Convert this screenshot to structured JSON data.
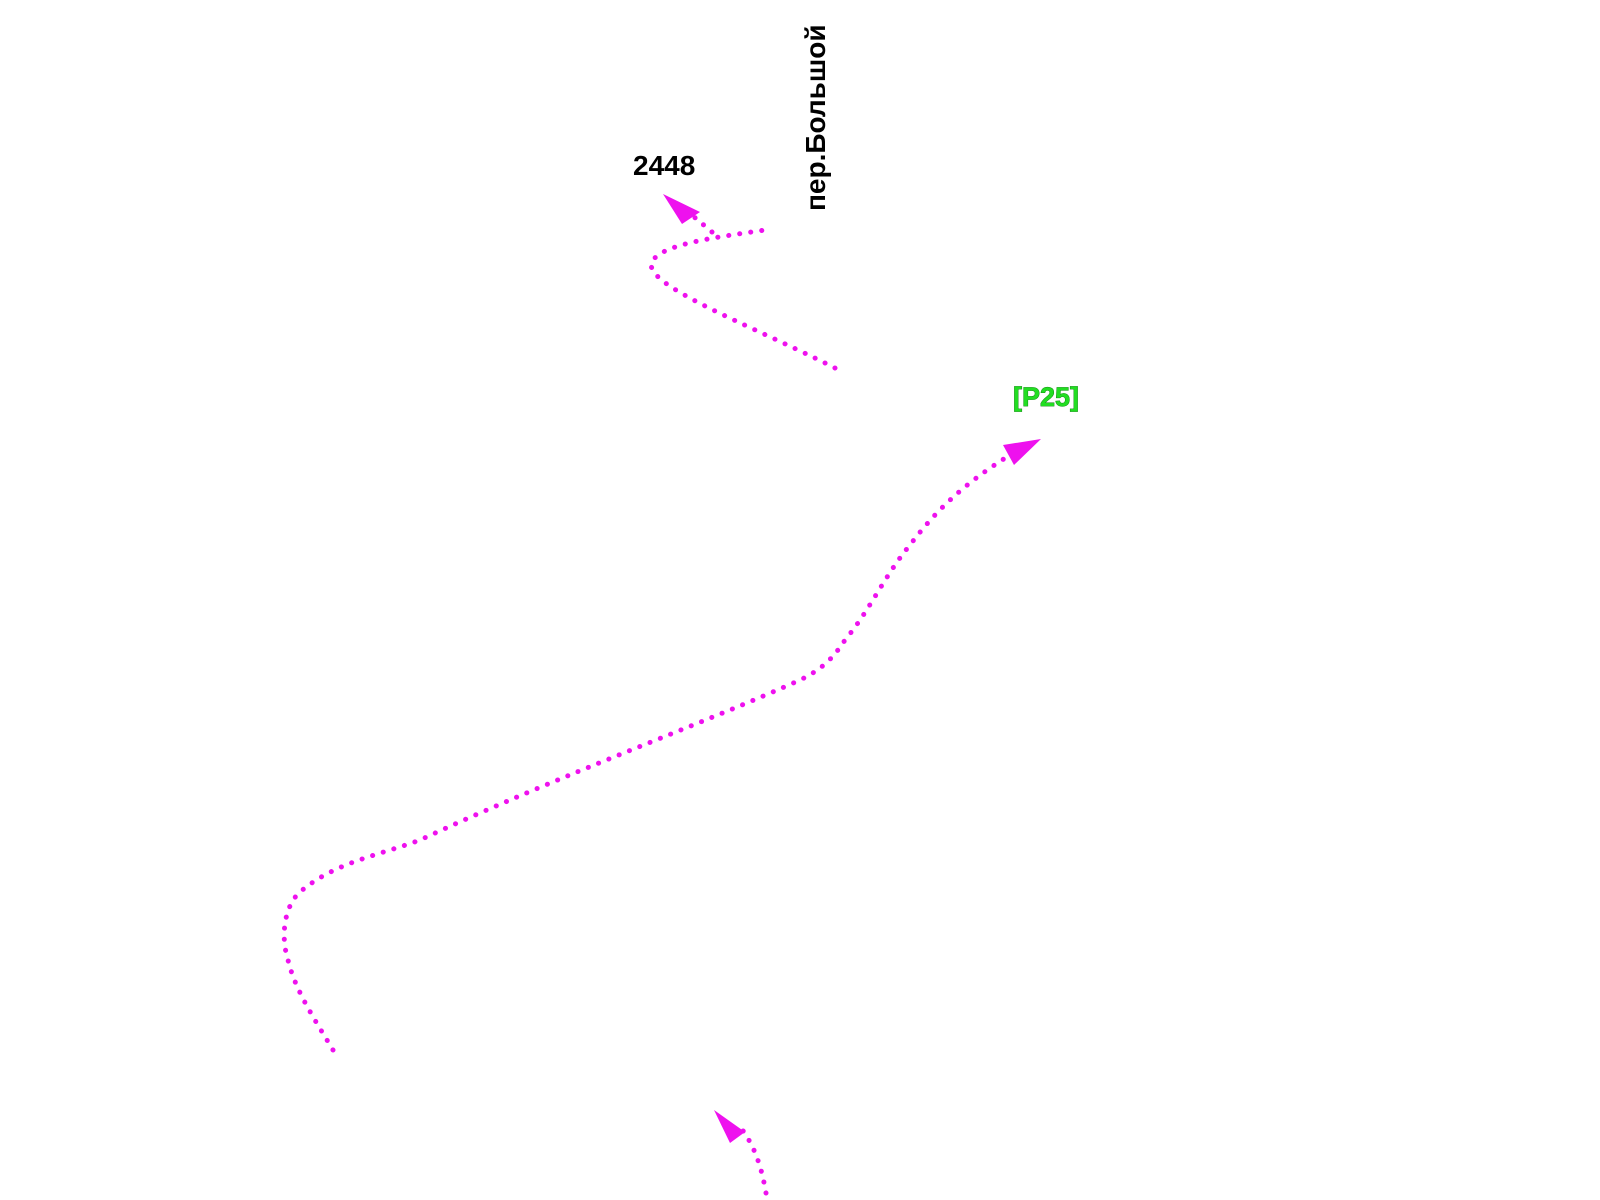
{
  "map": {
    "background_color": "#ffffff",
    "route_color": "#ee11ee",
    "label_color": "#000000",
    "code_color": "#22dd22",
    "labels": {
      "street_name": "пер.Большой",
      "number_label": "2448",
      "route_code": "[P25]"
    },
    "route_segments": [
      {
        "name": "route-segment-north",
        "has_arrow": true
      },
      {
        "name": "route-segment-main",
        "has_arrow": true
      },
      {
        "name": "route-segment-south",
        "has_arrow": true
      }
    ]
  }
}
